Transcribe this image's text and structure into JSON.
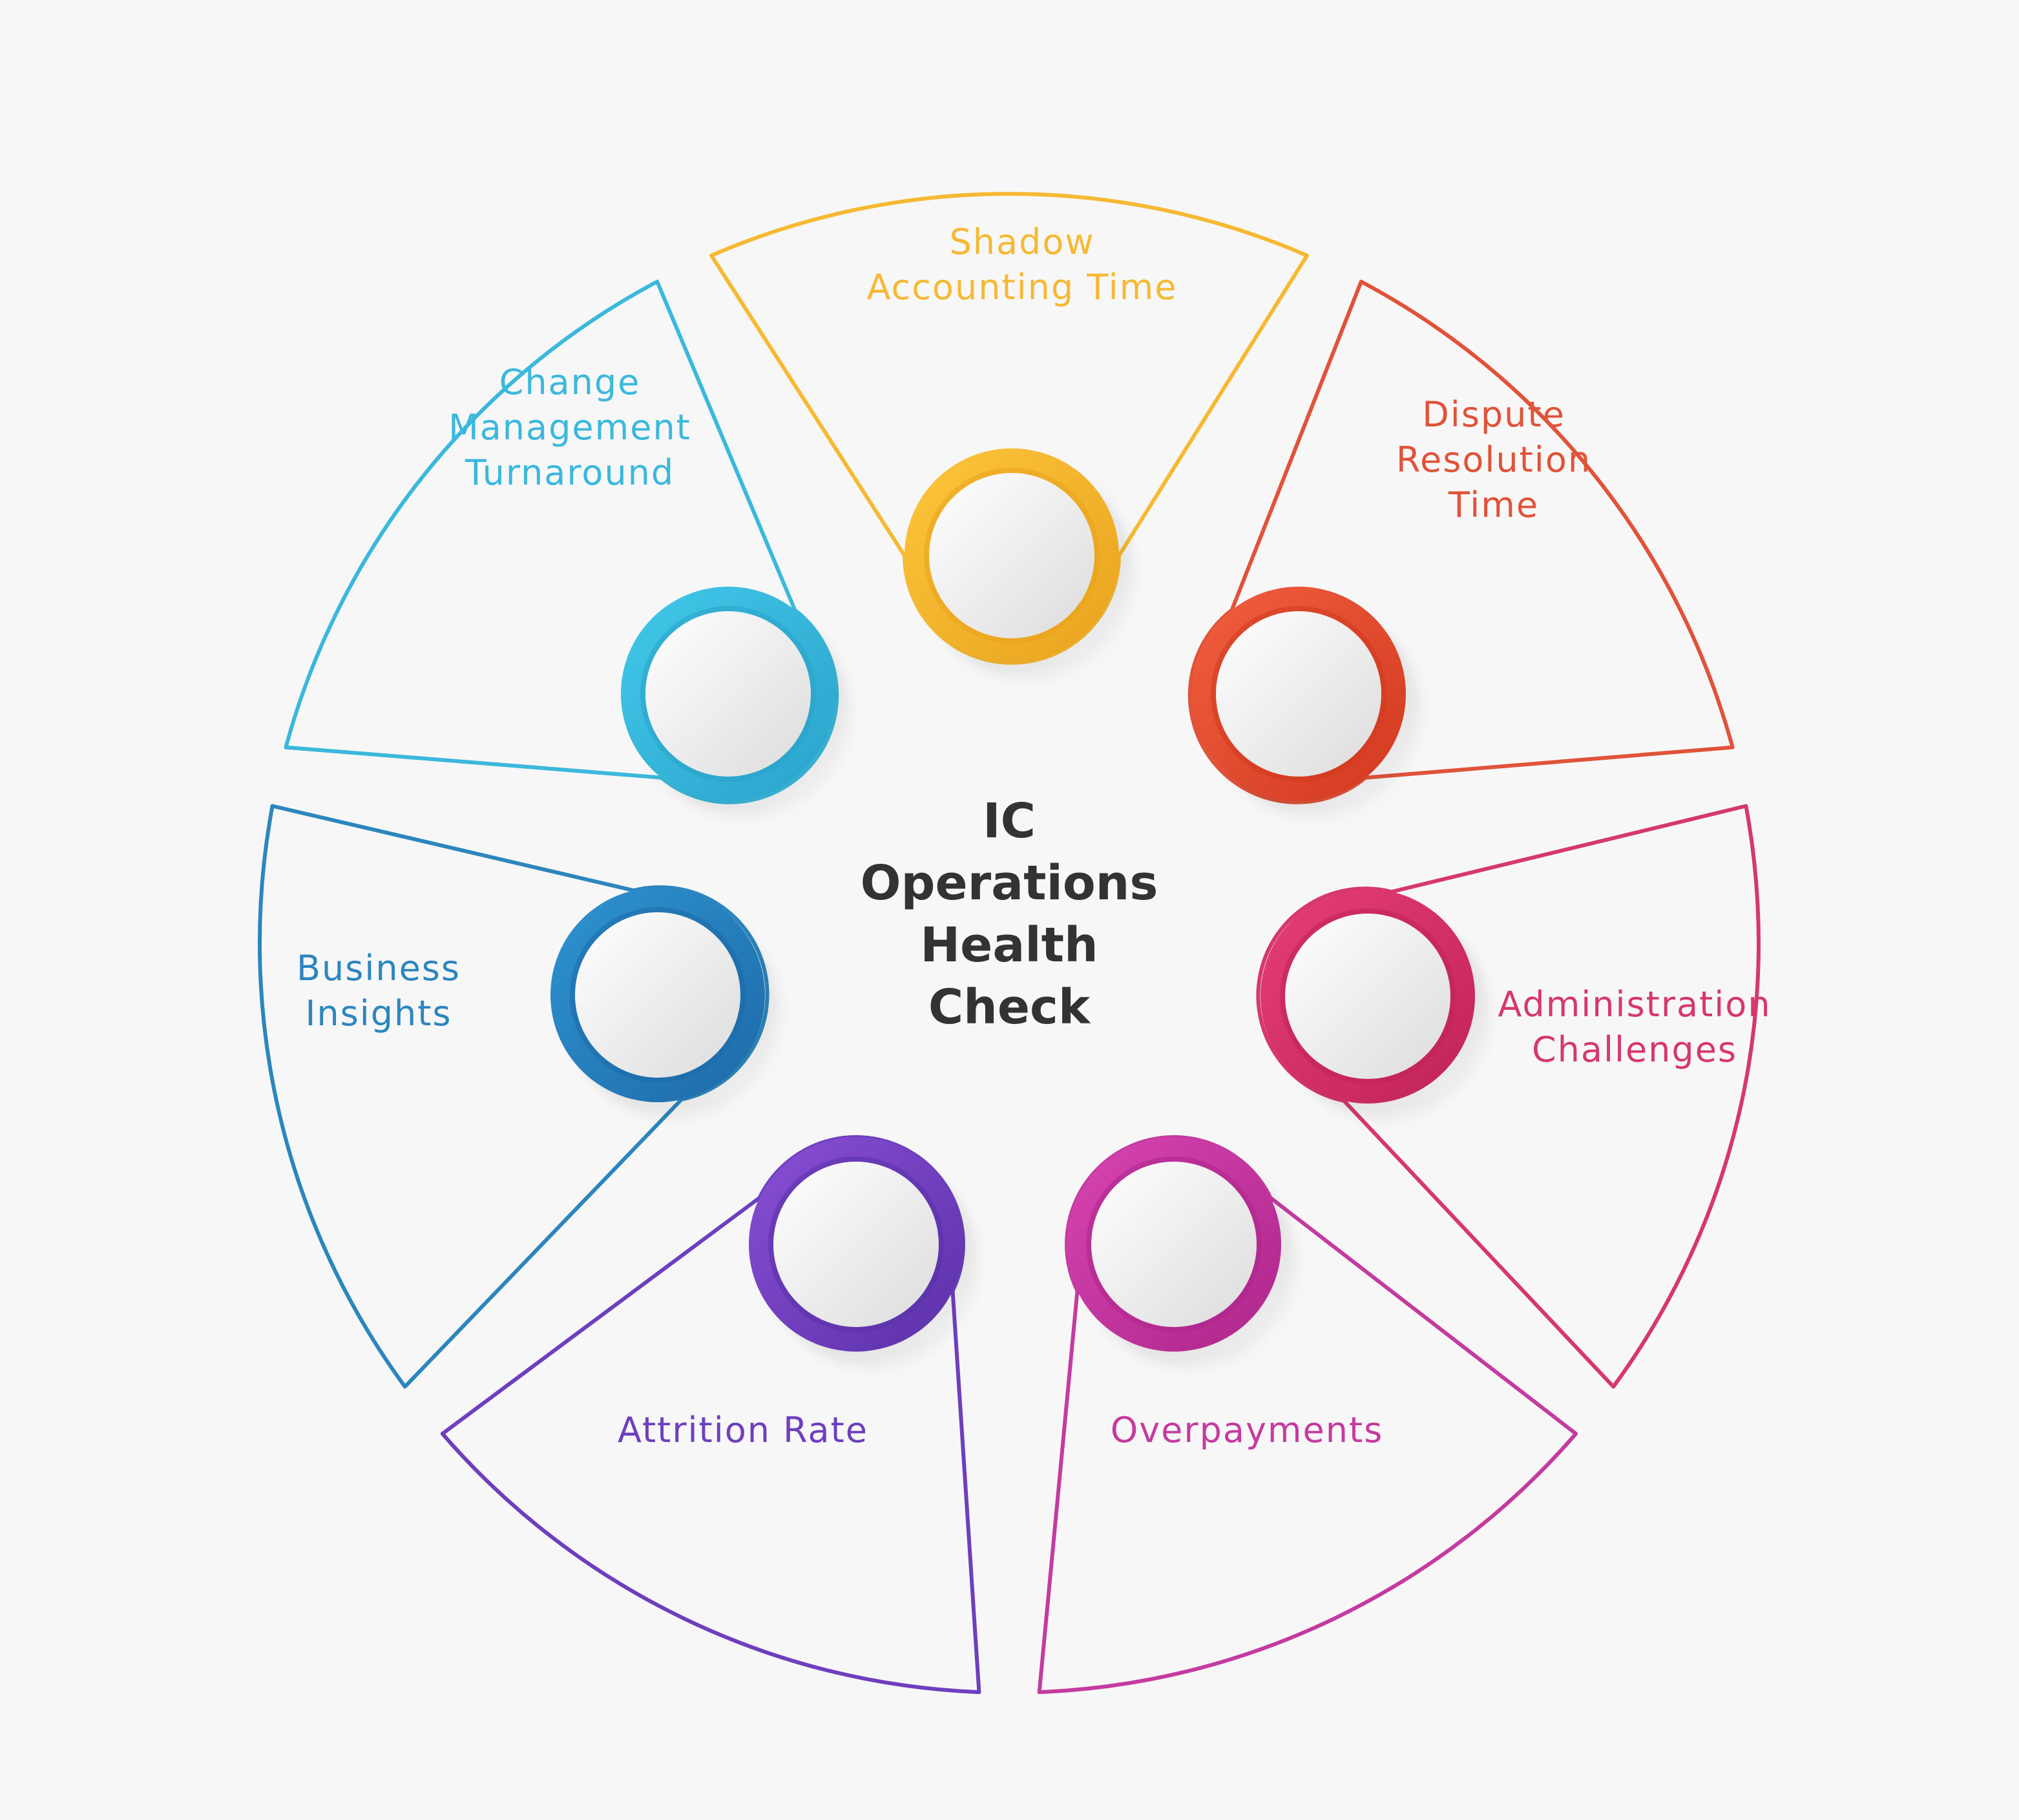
{
  "title": {
    "lines": [
      "IC",
      "Operations",
      "Health",
      "Check"
    ]
  },
  "segments": [
    {
      "id": "shadow-accounting-time",
      "lines": [
        "Shadow",
        "Accounting Time"
      ],
      "color": "#f6b934",
      "color_light": "#fcc63d",
      "color_dark": "#e9a21d"
    },
    {
      "id": "dispute-resolution-time",
      "lines": [
        "Dispute",
        "Resolution",
        "Time"
      ],
      "color": "#e0533a",
      "color_light": "#f0603f",
      "color_dark": "#d2381f"
    },
    {
      "id": "administration-challenges",
      "lines": [
        "Administration",
        "Challenges"
      ],
      "color": "#d5386d",
      "color_light": "#e63e76",
      "color_dark": "#c0225a"
    },
    {
      "id": "overpayments",
      "lines": [
        "Overpayments"
      ],
      "color": "#c43b9f",
      "color_light": "#d844b3",
      "color_dark": "#ad268b"
    },
    {
      "id": "attrition-rate",
      "lines": [
        "Attrition Rate"
      ],
      "color": "#6e3fbd",
      "color_light": "#8a4fd6",
      "color_dark": "#5a31a8"
    },
    {
      "id": "business-insights",
      "lines": [
        "Business",
        "Insights"
      ],
      "color": "#2c86bd",
      "color_light": "#2f94d1",
      "color_dark": "#1d69a8"
    },
    {
      "id": "change-management-turnaround",
      "lines": [
        "Change",
        "Management",
        "Turnaround"
      ],
      "color": "#3bb8dc",
      "color_light": "#42c9ea",
      "color_dark": "#2aa2c9"
    }
  ]
}
